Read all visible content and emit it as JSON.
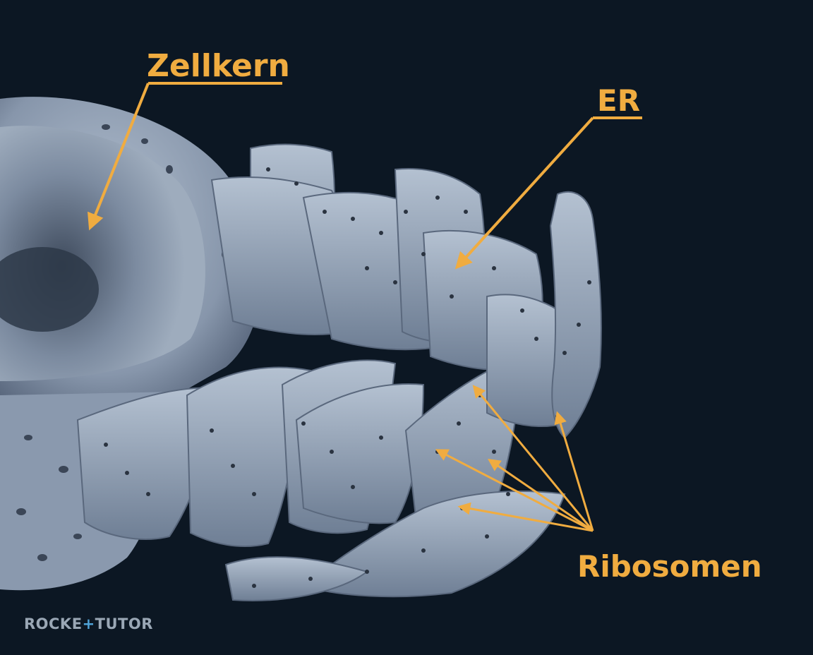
{
  "labels": {
    "nucleus": "Zellkern",
    "er": "ER",
    "ribosomes": "Ribosomen"
  },
  "logo": {
    "left": "ROCKE",
    "mark": "+",
    "right": "TUTOR"
  },
  "colors": {
    "background": "#0c1723",
    "accent": "#f0ac40",
    "membrane": "#7e8fa6",
    "membrane_light": "#aab8ca",
    "ribosome": "#2a3340"
  }
}
